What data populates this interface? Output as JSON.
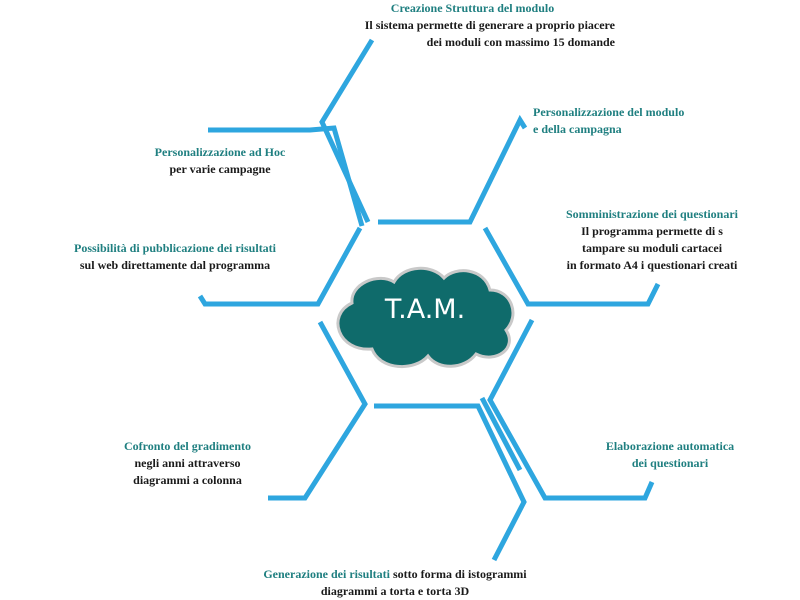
{
  "center": {
    "label": "T.A.M."
  },
  "colors": {
    "line": "#2ea6df",
    "title": "#1f7f80",
    "cloud": "#0f6b6b",
    "cloud_outline": "#c9c9c9"
  },
  "nodes": {
    "creazione": {
      "title": "Creazione Struttura del modulo",
      "line1": "Il sistema permette di generare a proprio piacere",
      "line2": "dei moduli con massimo 15 domande"
    },
    "personalizzazione_modulo": {
      "title1": "Personalizzazione del modulo",
      "title2": "e della campagna"
    },
    "personalizzazione_adhoc": {
      "title": "Personalizzazione ad Hoc",
      "line1": "per varie campagne"
    },
    "somministrazione": {
      "title": "Somministrazione dei questionari",
      "line1": "Il programma permette di s",
      "line2": "tampare su moduli cartacei",
      "line3": "in formato A4 i questionari creati"
    },
    "pubblicazione": {
      "title": "Possibilità di pubblicazione dei risultati",
      "line1": "sul web direttamente dal programma"
    },
    "confronto": {
      "title": "Cofronto del gradimento",
      "line1": "negli anni attraverso",
      "line2": "diagrammi a colonna"
    },
    "elaborazione": {
      "title1": "Elaborazione automatica",
      "title2": "dei questionari"
    },
    "generazione": {
      "title": "Generazione dei risultati",
      "rest": " sotto forma di istogrammi",
      "line2": "diagrammi a torta e torta 3D"
    }
  }
}
